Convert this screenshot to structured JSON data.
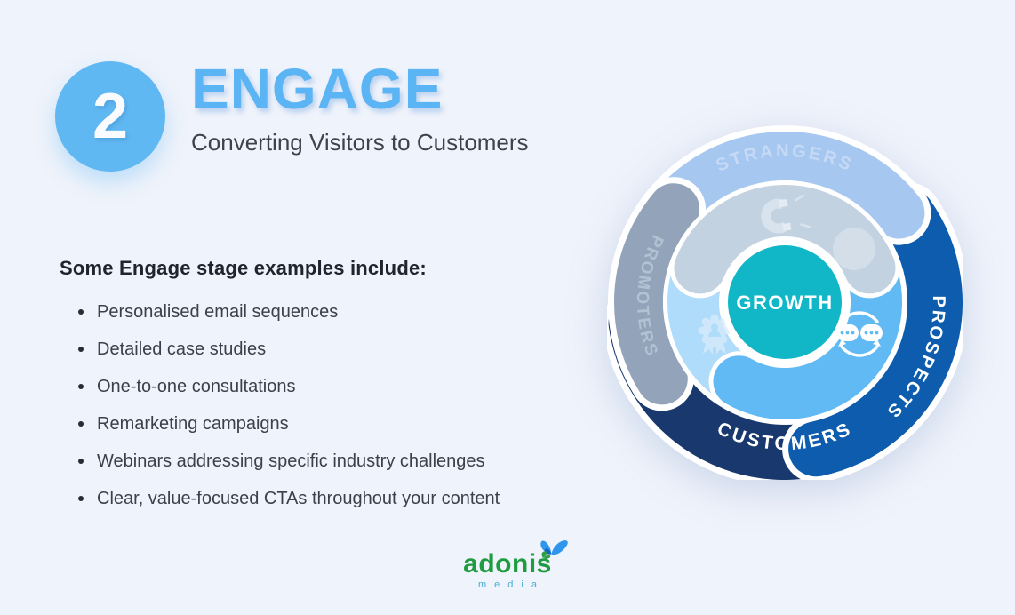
{
  "page": {
    "background_color": "#eff3fb"
  },
  "header": {
    "step_number": "2",
    "title": "ENGAGE",
    "subtitle": "Converting Visitors to Customers",
    "accent_color": "#5bb4f3"
  },
  "examples": {
    "heading": "Some Engage stage examples include:",
    "items": [
      "Personalised email sequences",
      "Detailed case studies",
      "One-to-one consultations",
      "Remarketing campaigns",
      "Webinars addressing specific industry challenges",
      "Clear, value-focused CTAs throughout your content"
    ]
  },
  "flywheel": {
    "center_label": "GROWTH",
    "center_color": "#11b7c7",
    "outer_segments": [
      {
        "label": "STRANGERS",
        "color": "#a6c8f0",
        "text_color": "#c6d9f5"
      },
      {
        "label": "PROSPECTS",
        "color": "#0e5cad",
        "text_color": "#ffffff"
      },
      {
        "label": "CUSTOMERS",
        "color": "#19386e",
        "text_color": "#ffffff"
      },
      {
        "label": "PROMOTERS",
        "color": "#93a4ba",
        "text_color": "#b3c1d3"
      }
    ],
    "inner_segment_colors": [
      "#c3d2e0",
      "#62baf5",
      "#aedcfa"
    ],
    "inner_icons": [
      "magnet-icon",
      "chat-bubbles-icon",
      "award-badge-icon"
    ]
  },
  "footer": {
    "brand_name": "adonis",
    "brand_tagline": "media",
    "brand_color": "#1f9c41",
    "tagline_color": "#44aed4"
  }
}
